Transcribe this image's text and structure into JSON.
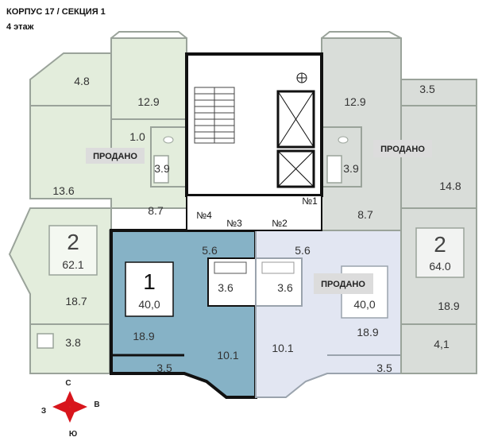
{
  "header": {
    "title": "КОРПУС 17 / СЕКЦИЯ 1",
    "floor": "4 этаж"
  },
  "colors": {
    "green_unit": "#e3eddc",
    "grey_unit": "#d9ddd9",
    "blue_unit": "#86b2c6",
    "lavender_unit": "#e2e6f2",
    "wall": "#111111",
    "sold_badge": "#dcdcdc",
    "compass_red": "#d8151c"
  },
  "apartments": {
    "top_left": {
      "rooms": "",
      "status": "ПРОДАНО",
      "rooms_area": [
        "4.8",
        "12.9",
        "1.0",
        "3.9",
        "13.6",
        "8.7"
      ]
    },
    "bottom_left": {
      "rooms": "2",
      "total": "62.1",
      "rooms_area": [
        "18.7",
        "3.8"
      ]
    },
    "top_right": {
      "rooms": "",
      "status": "ПРОДАНО",
      "rooms_area": [
        "12.9",
        "3.5",
        "3.9",
        "14.8",
        "8.7"
      ]
    },
    "bottom_right": {
      "rooms": "2",
      "total": "64.0",
      "rooms_area": [
        "18.9",
        "4,1"
      ]
    },
    "center_left": {
      "rooms": "1",
      "total": "40,0",
      "rooms_area": [
        "5.6",
        "3.6",
        "18.9",
        "10.1",
        "3.5"
      ]
    },
    "center_right": {
      "rooms": "",
      "total": "40,0",
      "status": "ПРОДАНО",
      "rooms_area": [
        "5.6",
        "3.6",
        "18.9",
        "10.1",
        "3.5"
      ]
    }
  },
  "doors": [
    "№4",
    "№3",
    "№2",
    "№1"
  ],
  "compass": {
    "north": "С",
    "south": "Ю",
    "west": "З",
    "east": "В"
  }
}
